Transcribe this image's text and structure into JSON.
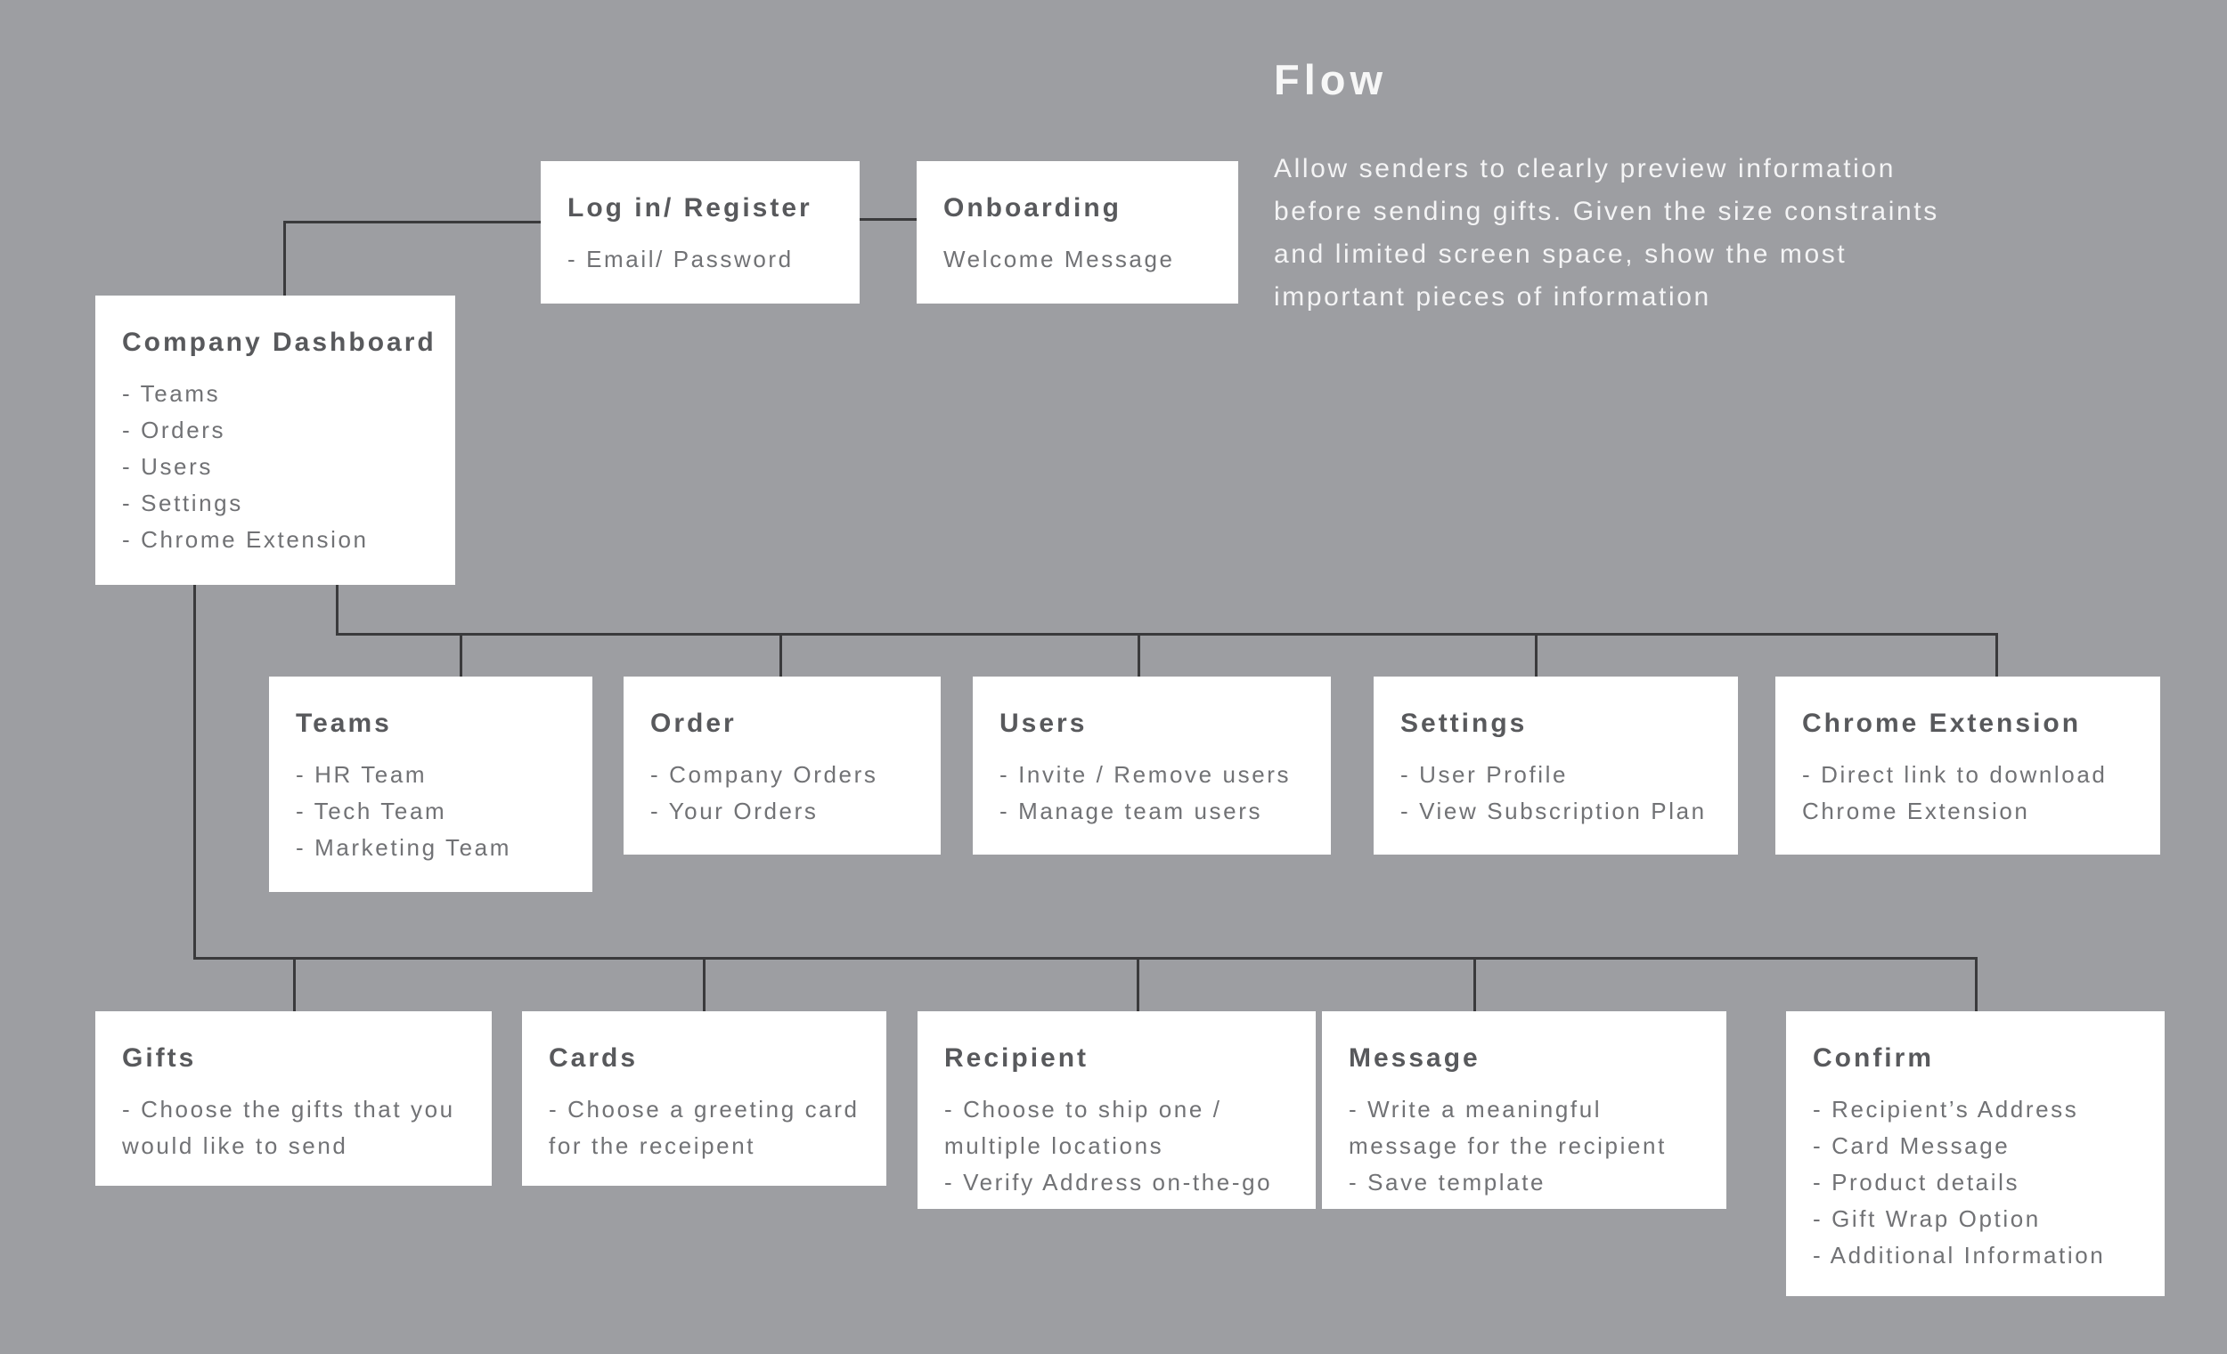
{
  "page": {
    "background_color": "#9D9EA2",
    "box_color": "#FFFFFF",
    "title_color": "#58595C",
    "body_color": "#717275",
    "connector_color": "#3A3A3C",
    "heading_color": "#F7F7F7"
  },
  "heading": {
    "title": "Flow",
    "lines": [
      "Allow senders to clearly preview information",
      "before sending gifts. Given the size constraints",
      "and limited screen space, show the most",
      "important pieces of information"
    ]
  },
  "boxes": {
    "login": {
      "title": "Log in/ Register",
      "lines": [
        "- Email/ Password"
      ]
    },
    "onboarding": {
      "title": "Onboarding",
      "lines": [
        "Welcome Message"
      ]
    },
    "dashboard": {
      "title": "Company Dashboard",
      "lines": [
        "- Teams",
        "- Orders",
        "- Users",
        "- Settings",
        "- Chrome Extension"
      ]
    },
    "teams": {
      "title": "Teams",
      "lines": [
        "- HR Team",
        "- Tech Team",
        "- Marketing Team"
      ]
    },
    "order": {
      "title": "Order",
      "lines": [
        "- Company Orders",
        "- Your Orders"
      ]
    },
    "users": {
      "title": "Users",
      "lines": [
        "- Invite / Remove users",
        "- Manage team users"
      ]
    },
    "settings": {
      "title": "Settings",
      "lines": [
        "- User Profile",
        "- View Subscription Plan"
      ]
    },
    "chrome": {
      "title": "Chrome Extension",
      "lines": [
        "- Direct link to download",
        "Chrome Extension"
      ]
    },
    "gifts": {
      "title": "Gifts",
      "lines": [
        "- Choose the gifts that you",
        "would like to send"
      ]
    },
    "cards": {
      "title": "Cards",
      "lines": [
        "- Choose a greeting card",
        "for the receipent"
      ]
    },
    "recipient": {
      "title": "Recipient",
      "lines": [
        "- Choose to ship one /",
        "multiple locations",
        "- Verify Address on-the-go"
      ]
    },
    "message": {
      "title": "Message",
      "lines": [
        "- Write a meaningful",
        "message for the recipient",
        "- Save template"
      ]
    },
    "confirm": {
      "title": "Confirm",
      "lines": [
        "- Recipient’s Address",
        "- Card Message",
        "- Product details",
        "- Gift Wrap Option",
        "- Additional Information"
      ]
    }
  }
}
